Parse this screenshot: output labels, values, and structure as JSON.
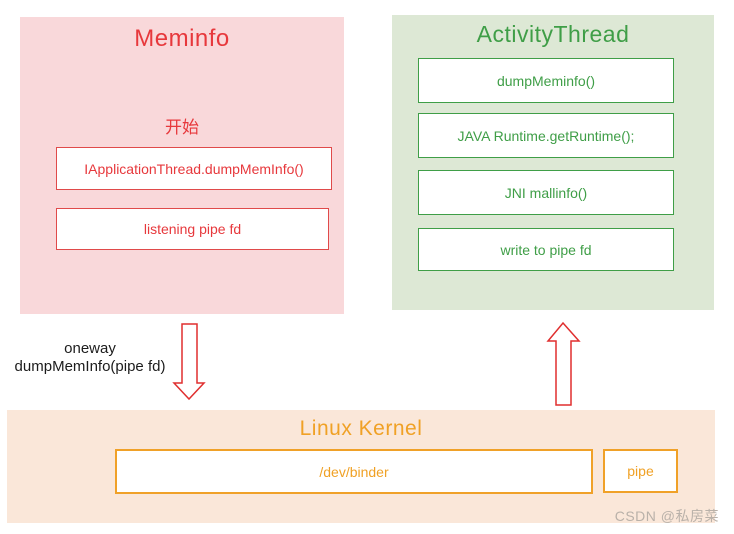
{
  "meminfo": {
    "title": "Meminfo",
    "start_label": "开始",
    "steps": [
      "IApplicationThread.dumpMemInfo()",
      "listening pipe fd"
    ]
  },
  "activity_thread": {
    "title": "ActivityThread",
    "steps": [
      "dumpMeminfo()",
      "JAVA Runtime.getRuntime();",
      "JNI mallinfo()",
      "write to pipe fd"
    ]
  },
  "kernel": {
    "title": "Linux Kernel",
    "binder_label": "/dev/binder",
    "pipe_label": "pipe"
  },
  "flow": {
    "down_label_line1": "oneway",
    "down_label_line2": "dumpMemInfo(pipe fd)",
    "down_arrow_icon": "arrow-down",
    "up_arrow_icon": "arrow-up"
  },
  "watermark": "CSDN @私房菜",
  "colors": {
    "red_text": "#e7383c",
    "pink_bg": "#f9d8da",
    "green_text": "#3f9e47",
    "green_bg": "#dde8d5",
    "orange_text": "#f0a125",
    "peach_bg": "#fae7d9",
    "arrow_stroke": "#e02f2f",
    "flow_label_text": "#1c1c1c",
    "watermark_text": "#b9b1a9"
  }
}
